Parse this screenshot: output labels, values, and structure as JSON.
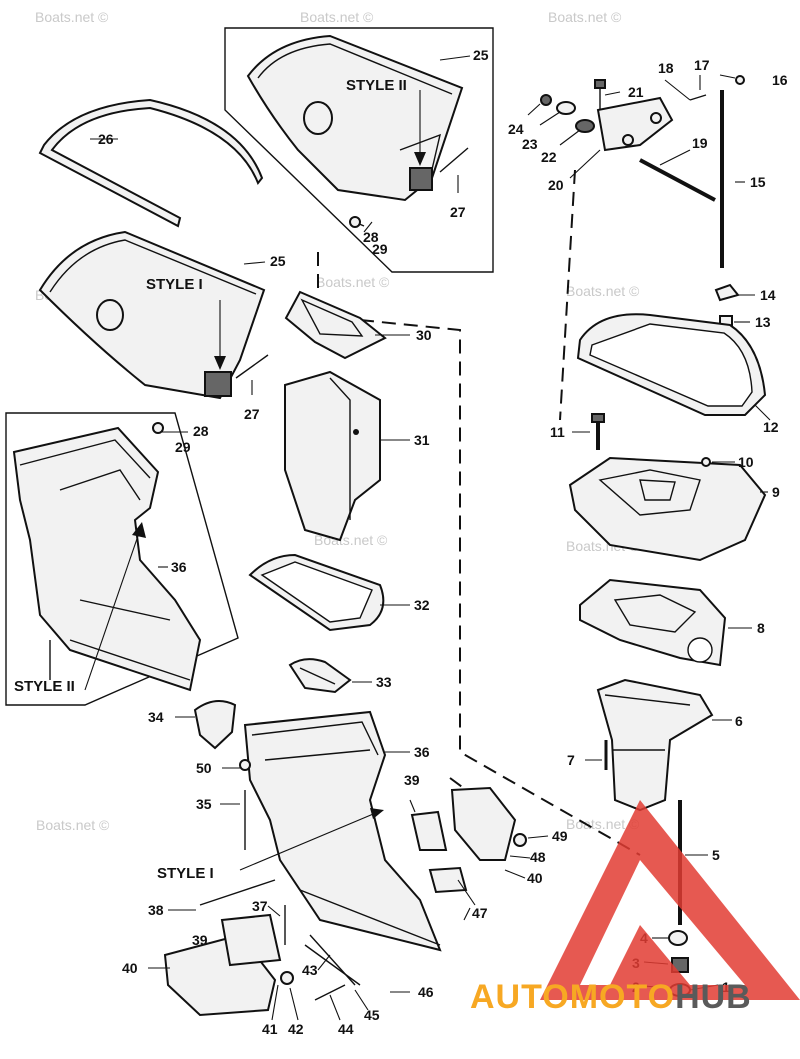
{
  "watermark": "Boats.net ©",
  "style_labels": [
    "STYLE II",
    "STYLE I",
    "STYLE II",
    "STYLE I"
  ],
  "callouts": [
    "1",
    "2",
    "3",
    "4",
    "5",
    "6",
    "7",
    "8",
    "9",
    "10",
    "11",
    "12",
    "13",
    "14",
    "15",
    "16",
    "17",
    "18",
    "19",
    "20",
    "21",
    "22",
    "23",
    "24",
    "25",
    "26",
    "27",
    "28",
    "29",
    "25",
    "27",
    "28",
    "29",
    "30",
    "31",
    "32",
    "33",
    "34",
    "35",
    "36",
    "36",
    "37",
    "38",
    "39",
    "39",
    "40",
    "40",
    "41",
    "42",
    "43",
    "44",
    "45",
    "46",
    "47",
    "48",
    "49",
    "50"
  ],
  "logo": {
    "text_a": "AUTOMOTO",
    "text_b": "HUB",
    "color_orange": "#f7a823",
    "color_red": "#e23c33",
    "color_grey": "#5a5a5a"
  }
}
